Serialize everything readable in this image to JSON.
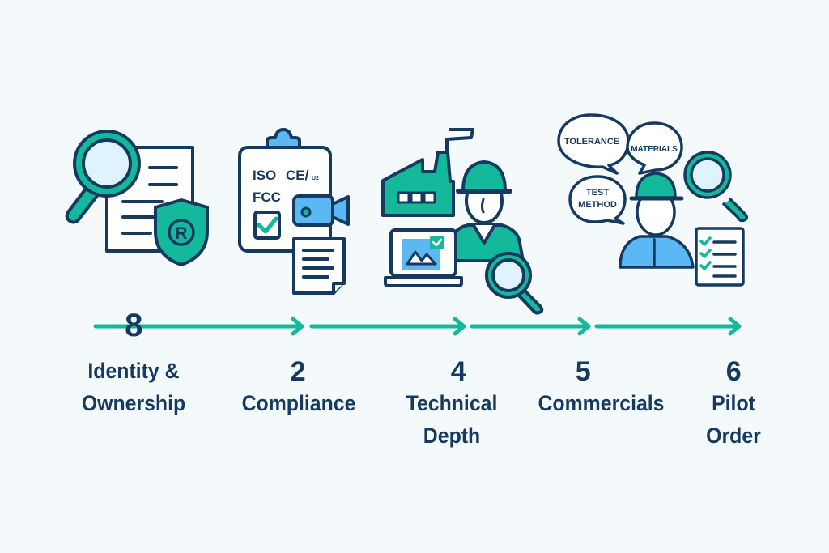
{
  "colors": {
    "background": "#f4f9fc",
    "navy": "#163a5f",
    "teal": "#14b89a",
    "blue": "#5bb8f2",
    "light_blue": "#dff3fd",
    "white": "#ffffff"
  },
  "steps": [
    {
      "number": "8",
      "label_line1": "Identity &",
      "label_line2": "Ownership",
      "icon": "magnifier-document-trademark-shield-icon"
    },
    {
      "number": "2",
      "label_line1": "Compliance",
      "label_line2": "",
      "icon": "clipboard-certification-video-document-icon"
    },
    {
      "number": "4",
      "label_line1": "Technical",
      "label_line2": "Depth",
      "icon": "factory-engineer-laptop-magnifier-icon"
    },
    {
      "number": "5",
      "label_line1": "Commercials",
      "label_line2": "",
      "icon": "engineer-speech-bubbles-checklist-icon"
    },
    {
      "number": "6",
      "label_line1": "Pilot",
      "label_line2": "Order",
      "icon": "none"
    }
  ],
  "icon_text": {
    "iso": "ISO",
    "ce": "CE/",
    "u2": "U2",
    "fcc": "FCC",
    "bubble_tolerance": "TOLERANCE",
    "bubble_materials": "MATERIALS",
    "bubble_test": "TEST",
    "bubble_method": "METHOD"
  }
}
